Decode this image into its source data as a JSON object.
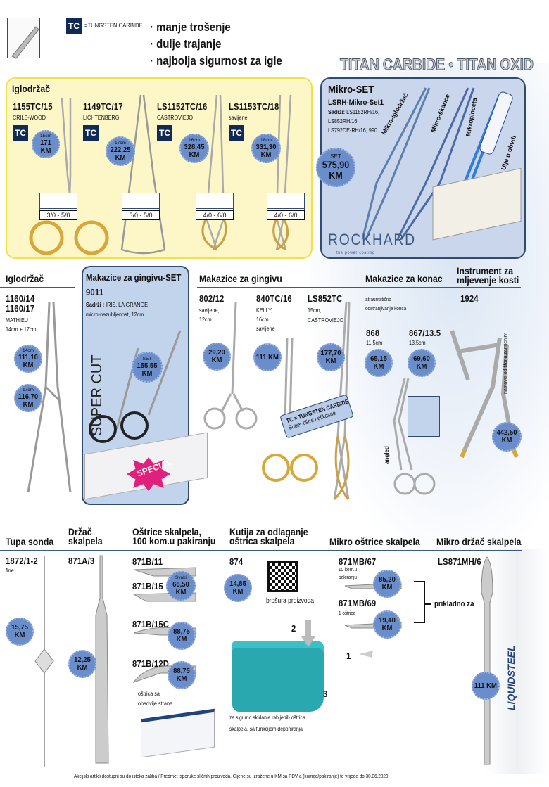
{
  "header": {
    "tc_badge": "TC",
    "tc_legend": "=TUNGSTEN CARBIDE",
    "bullets": [
      "· manje trošenje",
      "· dulje trajanje",
      "· najbolja sigurnost za igle"
    ],
    "brand_banner": "TITAN CARBIDE • TITAN OXID"
  },
  "colors": {
    "price_badge": "#6a8dcc",
    "tc_badge": "#0f2a55",
    "yellow_panel": "#fdf7c8",
    "blue_panel": "#c9d6eb",
    "box_teal": "#2aa8b0",
    "special": "#e0207a"
  },
  "needle_holders_tc": {
    "title": "Iglodržač",
    "products": [
      {
        "code": "1155TC/15",
        "desc": "CRILE-WOOD",
        "badge": "TC",
        "size": "15cm",
        "price": "171 KM",
        "suture": "3/0 - 5/0"
      },
      {
        "code": "1149TC/17",
        "desc": "LICHTENBERG",
        "badge": "TC",
        "size": "17cm",
        "price": "222,25 KM",
        "suture": "3/0 - 5/0"
      },
      {
        "code": "LS1152TC/16",
        "desc": "CASTROVIEJO",
        "badge": "TC",
        "size": "16cm",
        "price": "328,45 KM",
        "suture": "4/0 - 6/0"
      },
      {
        "code": "LS1153TC/18",
        "desc": "savijene",
        "badge": "TC",
        "size": "18cm",
        "price": "331,30 KM",
        "suture": "4/0 - 6/0"
      }
    ]
  },
  "mikro_set": {
    "title": "Mikro-SET",
    "code": "LSRH-Mikro-Set1",
    "contents_label": "Sadrži:",
    "contents": [
      "LS1152RH/16,",
      "LS852RH/16,",
      "LS792DE-RH/16, 990"
    ],
    "set_label": "SET",
    "price": "575,90 KM",
    "item_labels": [
      "Mikro-iglodržač",
      "Mikro-škarice",
      "Mikropinceta",
      "Ulje u obvdi"
    ],
    "logo": "ROCKHARD",
    "tagline": "the power coating"
  },
  "needle_holder": {
    "title": "Iglodržač",
    "codes": [
      "1160/14",
      "1160/17"
    ],
    "desc": "MATHIEU",
    "sizes": "14cm + 17cm",
    "prices": [
      {
        "size": "14cm",
        "price": "111,10 KM"
      },
      {
        "size": "17cm",
        "price": "116,70 KM"
      }
    ]
  },
  "gingiva_set": {
    "title": "Makazice za gingivu-SET",
    "code": "9011",
    "contents_label": "Sadrži :",
    "contents": "IRIS, LA GRANGE",
    "desc": "micro-nazubljenost, 12cm",
    "set_label": "SET",
    "price": "155,55 KM",
    "logo": "SUPER CUT",
    "special": "SPECIAL"
  },
  "gingiva_scissors": {
    "title": "Makazice za gingivu",
    "products": [
      {
        "code": "802/12",
        "desc": [
          "savijene,",
          "12cm"
        ],
        "price": "29,20 KM"
      },
      {
        "code": "840TC/16",
        "desc": [
          "KELLY,",
          "16cm",
          "savijene"
        ],
        "price": "111 KM"
      },
      {
        "code": "LS852TC",
        "desc": [
          "15cm,",
          "CASTROVIEJO"
        ],
        "price": "177,70 KM"
      }
    ],
    "tc_note": [
      "TC = TUNGSTEN CARBIDE",
      "Super oštre i efikasne"
    ]
  },
  "suture_scissors": {
    "title": "Makazice za konac",
    "desc": [
      "atraumatično",
      "odstranjivanje konca"
    ],
    "products": [
      {
        "code": "868",
        "size": "11,5cm",
        "price": "65,15 KM"
      },
      {
        "code": "867/13.5",
        "size": "13,5cm",
        "price": "69,60 KM"
      }
    ],
    "angled_label": "angled"
  },
  "bone_mill": {
    "title": [
      "Instrument za",
      "mljevenje kosti"
    ],
    "code": "1924",
    "note": "nastavci od titana,zamjenjivi",
    "price": "442,50 KM"
  },
  "probe": {
    "title": "Tupa sonda",
    "code": "1872/1-2",
    "desc": "fine",
    "price": "15,75 KM"
  },
  "scalpel_holder": {
    "title": [
      "Držač",
      "skalpela"
    ],
    "code": "871A/3",
    "price": "12,25 KM"
  },
  "blades": {
    "title": [
      "Oštrice skalpela,",
      "100 kom.u pakiranju"
    ],
    "items": [
      {
        "code": "871B/11"
      },
      {
        "code": "871B/15",
        "each": "Svaki",
        "price": "66,50 KM"
      },
      {
        "code": "871B/15C",
        "price": "88,75 KM"
      },
      {
        "code": "871B/12D",
        "price": "88,75 KM",
        "note": [
          "oštrica sa",
          "obadvije strane"
        ]
      }
    ]
  },
  "disposal_box": {
    "title": [
      "Kutija za odlaganje",
      "oštrica skalpela"
    ],
    "code": "874",
    "price": "14,85 KM",
    "qr_caption": "brošura proizvoda",
    "steps": [
      "2",
      "1",
      "3"
    ],
    "desc": [
      "za sigurno skidanje rabljenih oštrica",
      "skalpela, sa funkcijom deponiranja"
    ]
  },
  "micro_blades": {
    "title": "Mikro oštrice skalpela",
    "products": [
      {
        "code": "871MB/67",
        "desc": [
          "10 kom.u",
          "pakiranju"
        ],
        "price": "85,20 KM"
      },
      {
        "code": "871MB/69",
        "desc": [
          "1 oštrica"
        ],
        "price": "19,40 KM"
      }
    ],
    "fits": "prikladno za"
  },
  "micro_holder": {
    "title": "Mikro držač skalpela",
    "code": "LS871MH/6",
    "price": "111 KM",
    "logo": "LIQUIDSTEEL"
  },
  "footer": "Akcijski artikli dostupni su do isteka zaliha / Predmet isporuke sličnih proizvoda. Cijene su izražene u KM sa PDV-a (komad/pakiranje) te vrijede do 30.06.2020."
}
